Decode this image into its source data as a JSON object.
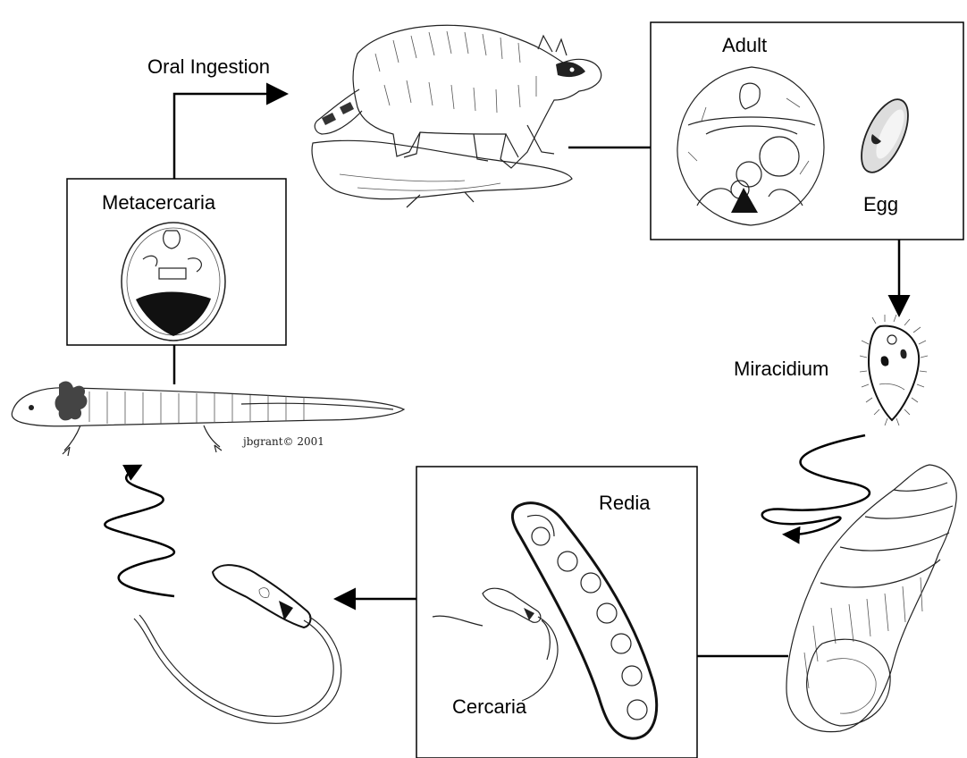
{
  "labels": {
    "oral_ingestion": "Oral Ingestion",
    "adult": "Adult",
    "egg": "Egg",
    "metacercaria": "Metacercaria",
    "miracidium": "Miracidium",
    "redia": "Redia",
    "cercaria": "Cercaria",
    "signature": "jbgrant© 2001"
  },
  "icons": {
    "host": "raccoon-illustration",
    "intermediate_host": "snail-illustration",
    "second_host": "salamander-illustration"
  }
}
